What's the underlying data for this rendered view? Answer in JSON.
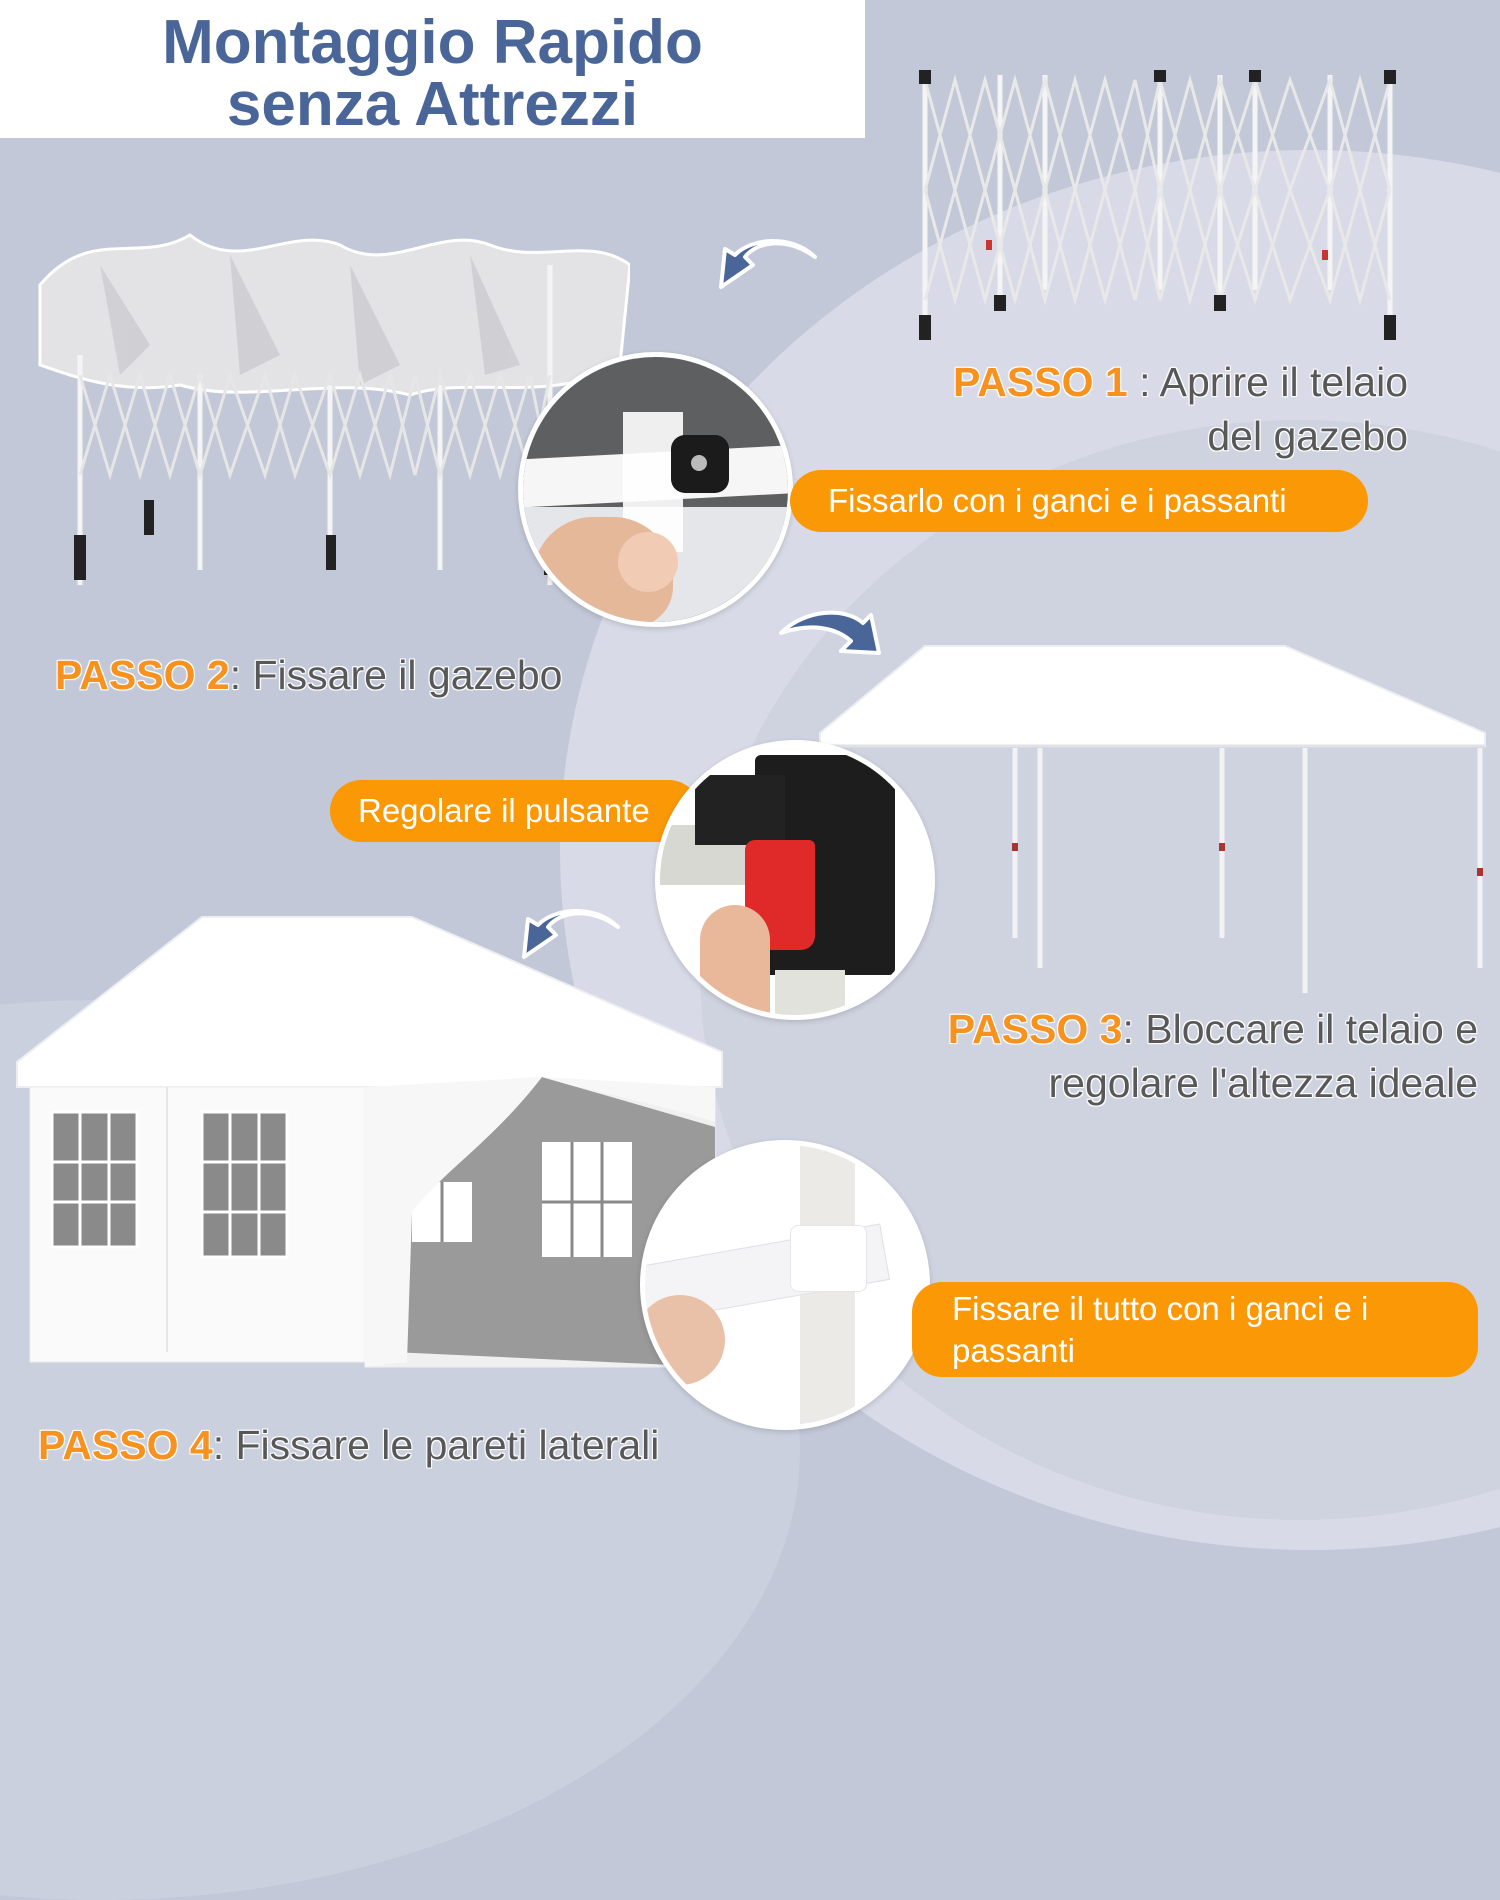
{
  "title": {
    "line1": "Montaggio Rapido",
    "line2": "senza Attrezzi"
  },
  "steps": [
    {
      "label": "PASSO 1",
      "separator": " : ",
      "text_line1": "Aprire il telaio",
      "text_line2": "del gazebo"
    },
    {
      "label": "PASSO 2",
      "separator": ": ",
      "text_line1": "Fissare il gazebo"
    },
    {
      "label": "PASSO 3",
      "separator": ": ",
      "text_line1": "Bloccare il telaio e",
      "text_line2": "regolare l'altezza ideale"
    },
    {
      "label": "PASSO 4",
      "separator": ": ",
      "text_line1": "Fissare le pareti laterali"
    }
  ],
  "callouts": [
    {
      "text": "Fissarlo con i ganci e i passanti"
    },
    {
      "text": "Regolare il pulsante"
    },
    {
      "text_line1": "Fissare il tutto con i ganci e i",
      "text_line2": "passanti"
    }
  ],
  "images": {
    "frame_open": "gazebo-frame-expanded",
    "frame_with_canopy": "gazebo-frame-with-canopy",
    "hook_loop_closeup": "velcro-hook-closeup",
    "gazebo_canopy": "gazebo-canopy-open",
    "lock_button_closeup": "red-lock-button-closeup",
    "gazebo_with_walls": "gazebo-with-side-walls",
    "strap_closeup": "velcro-strap-leg-closeup"
  },
  "colors": {
    "title_blue": "#4a6597",
    "step_orange": "#f7921e",
    "pill_orange": "#fb9806",
    "arrow_blue": "#4a6597",
    "background": "#c3c8d8"
  }
}
